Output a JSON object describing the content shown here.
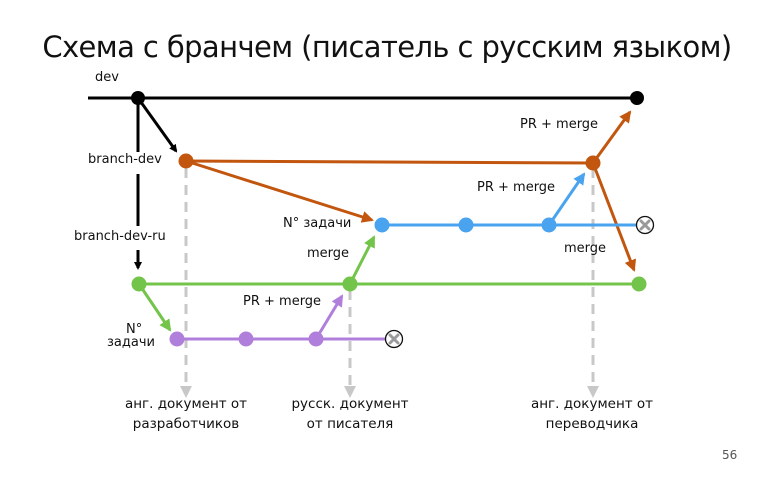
{
  "slide": {
    "title": "Схема с бранчем (писатель с русским языком)",
    "page_number": "56"
  },
  "colors": {
    "dev": "#000000",
    "branch_dev": "#c2560f",
    "task_en": "#4aa3ef",
    "branch_dev_ru": "#73c44a",
    "task_ru": "#b07fdc",
    "dashed": "#c8c8c8",
    "closed_icon": "#9a9a9a"
  },
  "branches": {
    "dev": "dev",
    "branch_dev": "branch-dev",
    "branch_dev_ru": "branch-dev-ru"
  },
  "labels": {
    "pr_merge_top": "PR + merge",
    "pr_merge_blue": "PR + merge",
    "merge_right": "merge",
    "task_blue": "N° задачи",
    "merge_green": "merge",
    "pr_merge_purple": "PR + merge",
    "task_purple_line1": "N°",
    "task_purple_line2": "задачи"
  },
  "captions": {
    "dev_doc_line1": "анг. документ от",
    "dev_doc_line2": "разработчиков",
    "writer_doc_line1": "русск. документ",
    "writer_doc_line2": "от писателя",
    "translator_doc_line1": "анг. документ от",
    "translator_doc_line2": "переводчика"
  }
}
